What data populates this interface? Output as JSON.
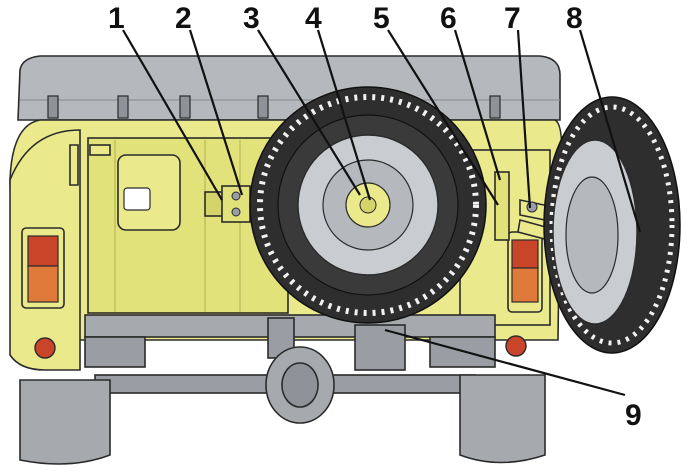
{
  "diagram": {
    "subject": "rear view of off-road vehicle with spare wheel carrier",
    "callouts": [
      {
        "id": "1",
        "label": "1"
      },
      {
        "id": "2",
        "label": "2"
      },
      {
        "id": "3",
        "label": "3"
      },
      {
        "id": "4",
        "label": "4"
      },
      {
        "id": "5",
        "label": "5"
      },
      {
        "id": "6",
        "label": "6"
      },
      {
        "id": "7",
        "label": "7"
      },
      {
        "id": "8",
        "label": "8"
      },
      {
        "id": "9",
        "label": "9"
      }
    ],
    "colors": {
      "body": "#eaea8c",
      "body_shadow": "#d4d46a",
      "canopy": "#b5b8bd",
      "canopy_dark": "#8f9399",
      "metal": "#9a9ea4",
      "tire": "#2e2e2e",
      "tire_tread": "#f2f2f2",
      "lamp_red": "#c8452a",
      "lamp_orange": "#e07a3a"
    }
  }
}
